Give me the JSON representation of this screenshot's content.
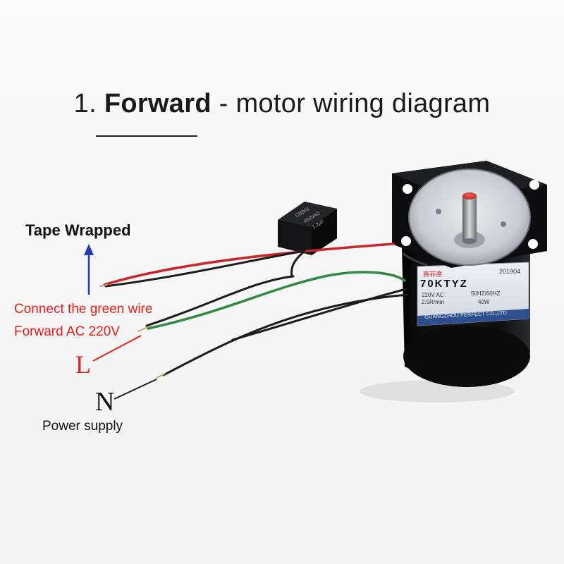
{
  "title": {
    "number": "1.",
    "bold": "Forward",
    "rest": "- motor wiring diagram"
  },
  "labels": {
    "tape_wrapped": "Tape Wrapped",
    "connect_green": "Connect the green wire",
    "forward_ac": "Forward AC 220V",
    "L": "L",
    "N": "N",
    "power_supply": "Power supply"
  },
  "nameplate": {
    "brand": "赛菲德",
    "date": "201904",
    "model": "70KTYZ",
    "voltage": "220V AC",
    "freq": "50HZ/60HZ",
    "speed": "2.5R/min",
    "power": "40W",
    "maker": "GUANGZHOU PERFECT CO.,LTD"
  },
  "capacitor": {
    "text1": "CBB61",
    "text2": "450VAC",
    "text3": "1.2μF"
  },
  "colors": {
    "red_label": "#e8201c",
    "wire_red": "#c8262a",
    "wire_green": "#2f8a44",
    "wire_black": "#1c1c1c",
    "arrow_blue": "#1f3fb0",
    "motor_body": "#0f1012"
  }
}
